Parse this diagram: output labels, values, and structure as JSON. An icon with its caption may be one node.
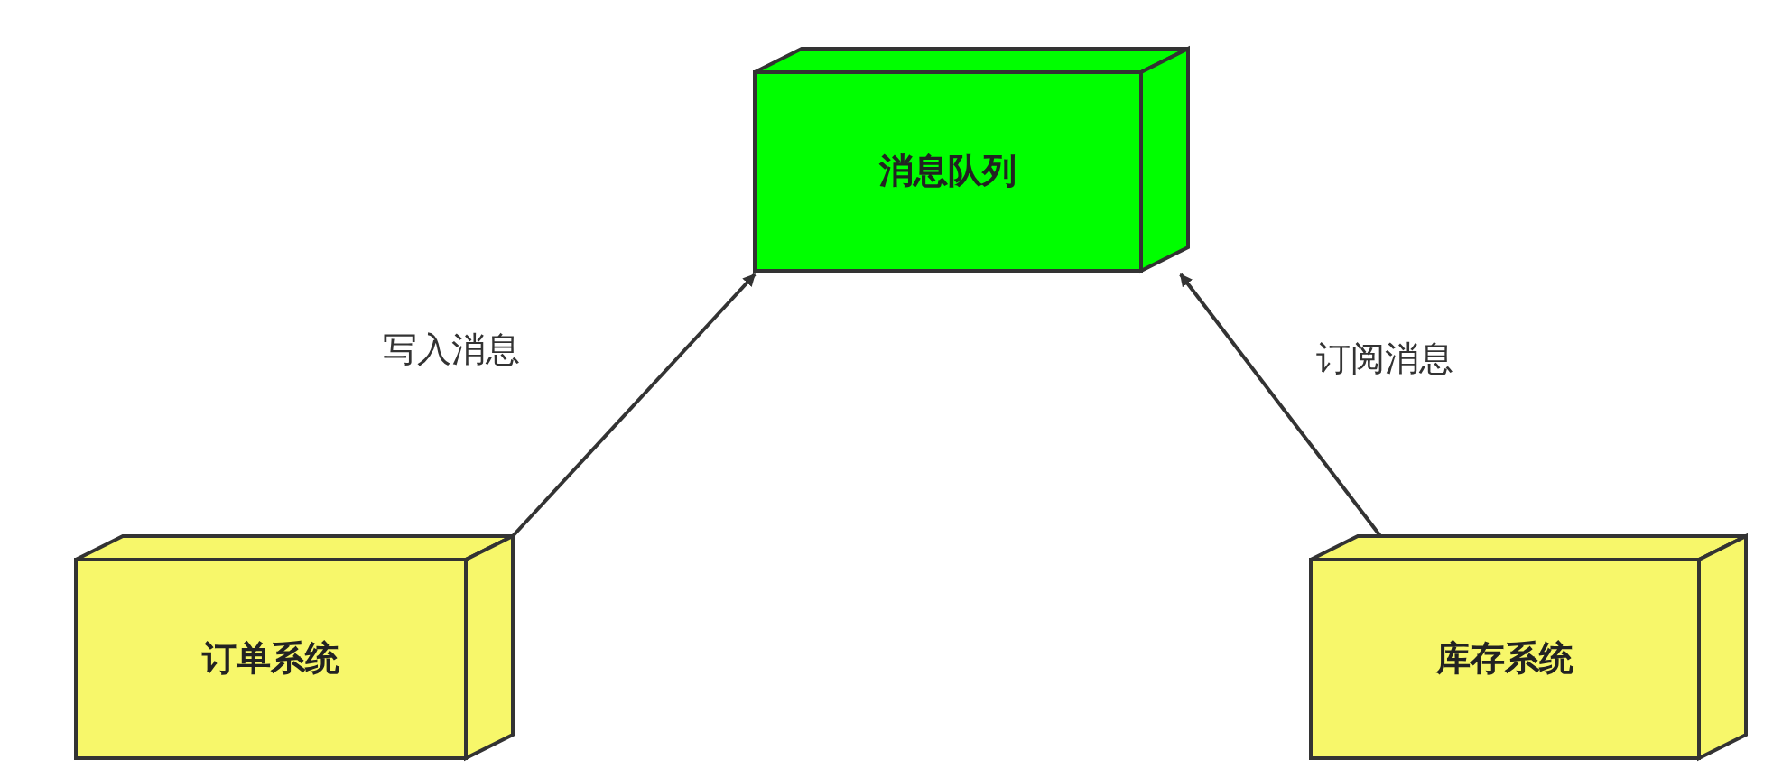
{
  "diagram": {
    "nodes": [
      {
        "text": [
          "消息队列"
        ]
      },
      {
        "text": [
          "订单系统"
        ]
      },
      {
        "text": [
          "库存系统"
        ]
      }
    ],
    "edges": [
      {
        "from": 1,
        "to": 0,
        "arrow": "to",
        "label": "写入消息"
      },
      {
        "from": 2,
        "to": 0,
        "arrow": "to",
        "label": "订阅消息"
      }
    ]
  }
}
